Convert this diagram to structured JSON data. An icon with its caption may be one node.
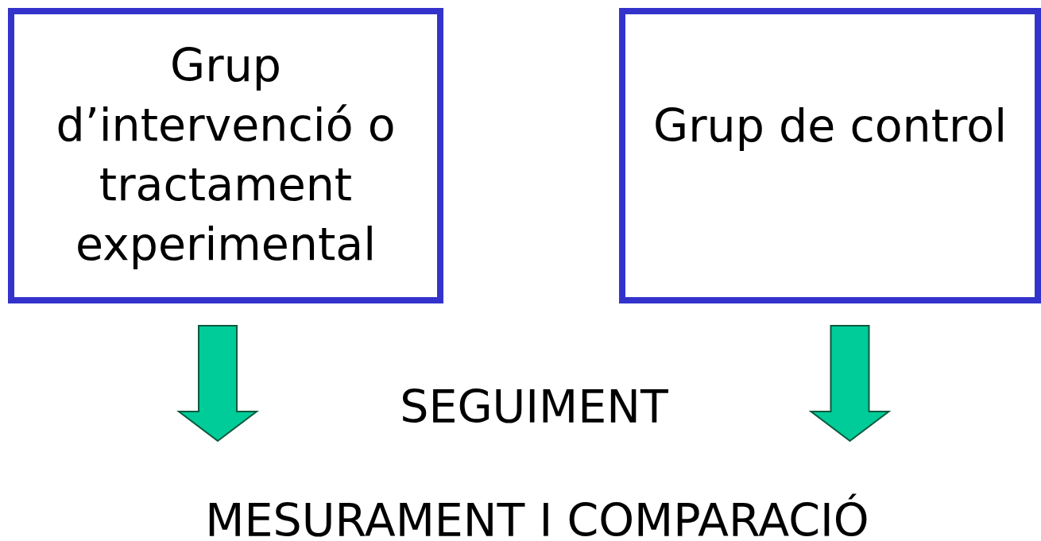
{
  "diagram": {
    "nodes": [
      {
        "text": [
          "Grup d’intervenció o tractament experimental"
        ]
      },
      {
        "text": [
          "Grup de control"
        ]
      }
    ],
    "edges": [
      {
        "from": 0,
        "to": null,
        "arrow": "to"
      },
      {
        "from": 1,
        "to": null,
        "arrow": "to"
      }
    ],
    "labels": [
      "SEGUIMENT",
      "MESURAMENT I COMPARACIÓ"
    ]
  }
}
